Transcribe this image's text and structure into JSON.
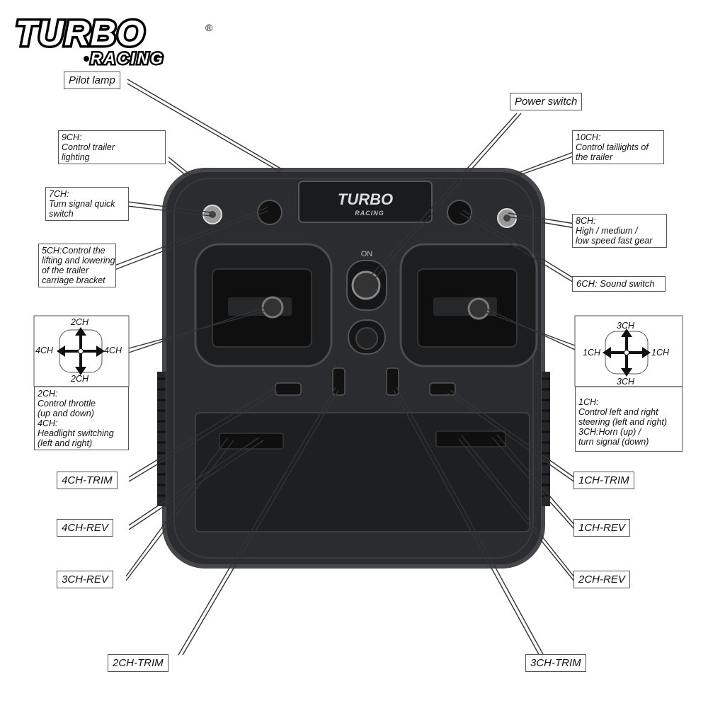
{
  "brand": {
    "logo_top": "TURBO",
    "logo_bottom": "RACING",
    "registered": "®"
  },
  "device": {
    "logo_top": "TURBO",
    "logo_bottom": "RACING",
    "on_label": "ON"
  },
  "labels": {
    "pilot_lamp": "Pilot lamp",
    "power_switch": "Power switch",
    "ch9": [
      "9CH:",
      "Control trailer",
      "lighting"
    ],
    "ch10": [
      "10CH:",
      "Control taillights of",
      "the trailer"
    ],
    "ch7": [
      "7CH:",
      "Turn signal quick",
      "switch"
    ],
    "ch8": [
      "8CH:",
      "High / medium /",
      "low speed fast gear"
    ],
    "ch5": [
      "5CH:Control the",
      "lifting and lowering",
      "of the trailer",
      "carriage bracket"
    ],
    "ch6": "6CH: Sound switch",
    "left_stick_desc": [
      "2CH:",
      "Control throttle",
      "(up and down)",
      "4CH:",
      "Headlight switching",
      "(left and right)"
    ],
    "right_stick_desc": [
      "1CH:",
      "Control left and right",
      "steering (left and right)",
      "3CH:Horn (up) /",
      "turn signal (down)"
    ],
    "ch4_trim": "4CH-TRIM",
    "ch4_rev": "4CH-REV",
    "ch3_rev": "3CH-REV",
    "ch2_trim": "2CH-TRIM",
    "ch1_trim": "1CH-TRIM",
    "ch1_rev": "1CH-REV",
    "ch2_rev": "2CH-REV",
    "ch3_trim": "3CH-TRIM"
  },
  "left_cross": {
    "top": "2CH",
    "bottom": "2CH",
    "left": "4CH",
    "right": "4CH"
  },
  "right_cross": {
    "top": "3CH",
    "bottom": "3CH",
    "left": "1CH",
    "right": "1CH"
  },
  "colors": {
    "body": "#2b2c2f",
    "body_edge": "#45474b",
    "panel": "#1e1f21",
    "line": "#333333"
  }
}
